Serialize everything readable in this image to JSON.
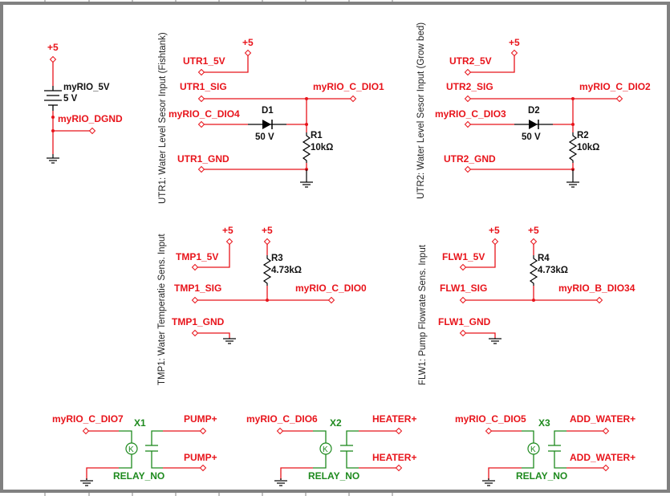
{
  "schematic": {
    "power_block": {
      "supply_label": "+5",
      "battery_name": "myRIO_5V",
      "battery_value": "5 V",
      "ground_net": "myRIO_DGND"
    },
    "utr1": {
      "title": "UTR1: Water Level Sesor Input (Fishtank)",
      "supply_label": "+5",
      "v5": "UTR1_5V",
      "sig": "UTR1_SIG",
      "dio_out": "myRIO_C_DIO1",
      "dio_in": "myRIO_C_DIO4",
      "diode_name": "D1",
      "diode_value": "50 V",
      "res_name": "R1",
      "res_value": "10kΩ",
      "gnd": "UTR1_GND"
    },
    "utr2": {
      "title": "UTR2: Water Level Sesor Input (Grow bed)",
      "supply_label": "+5",
      "v5": "UTR2_5V",
      "sig": "UTR2_SIG",
      "dio_out": "myRIO_C_DIO2",
      "dio_in": "myRIO_C_DIO3",
      "diode_name": "D2",
      "diode_value": "50 V",
      "res_name": "R2",
      "res_value": "10kΩ",
      "gnd": "UTR2_GND"
    },
    "tmp1": {
      "title": "TMP1: Water Temperatie Sens.  Input",
      "supply_label_a": "+5",
      "supply_label_b": "+5",
      "v5": "TMP1_5V",
      "res_name": "R3",
      "res_value": "4.73kΩ",
      "sig": "TMP1_SIG",
      "dio": "myRIO_C_DIO0",
      "gnd": "TMP1_GND"
    },
    "flw1": {
      "title": "FLW1: Pump Flowrate Sens.  Input",
      "supply_label_a": "+5",
      "supply_label_b": "+5",
      "v5": "FLW1_5V",
      "res_name": "R4",
      "res_value": "4.73kΩ",
      "sig": "FLW1_SIG",
      "dio": "myRIO_B_DIO34",
      "gnd": "FLW1_GND"
    },
    "relays": [
      {
        "dio": "myRIO_C_DIO7",
        "name": "X1",
        "coil": "K",
        "model": "RELAY_NO",
        "out_a": "PUMP+",
        "out_b": "PUMP+"
      },
      {
        "dio": "myRIO_C_DIO6",
        "name": "X2",
        "coil": "K",
        "model": "RELAY_NO",
        "out_a": "HEATER+",
        "out_b": "HEATER+"
      },
      {
        "dio": "myRIO_C_DIO5",
        "name": "X3",
        "coil": "K",
        "model": "RELAY_NO",
        "out_a": "ADD_WATER+",
        "out_b": "ADD_WATER+"
      }
    ],
    "colors": {
      "wire": "#e8141b",
      "component": "#000000",
      "relay": "#1e8a1e",
      "frame": "#808080"
    }
  }
}
